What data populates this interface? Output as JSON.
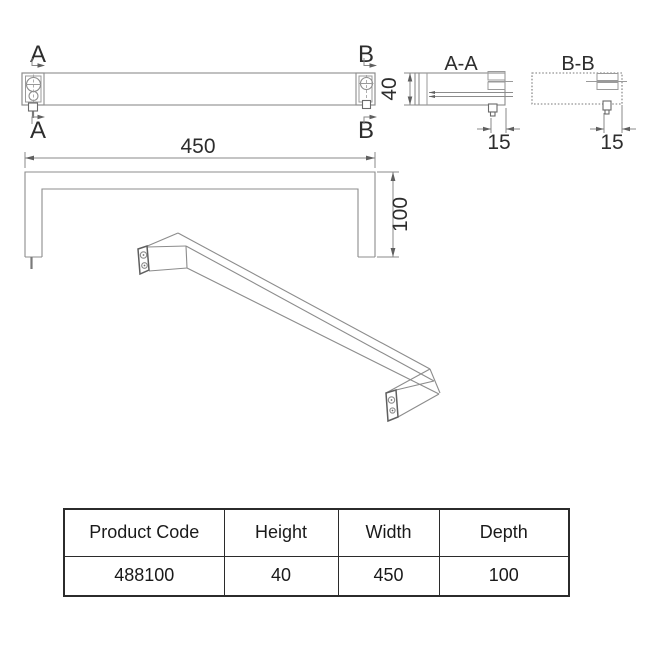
{
  "views": {
    "front": {
      "section_a_top": "A",
      "section_a_bottom": "A",
      "section_b_top": "B",
      "section_b_bottom": "B",
      "height_dim": "40"
    },
    "section_aa": {
      "title": "A-A",
      "offset_dim": "15"
    },
    "section_bb": {
      "title": "B-B",
      "offset_dim": "15"
    },
    "plan": {
      "width_dim": "450",
      "depth_dim": "100"
    }
  },
  "table": {
    "headers": [
      "Product Code",
      "Height",
      "Width",
      "Depth"
    ],
    "rows": [
      [
        "488100",
        "40",
        "450",
        "100"
      ]
    ]
  },
  "colors": {
    "line": "#8c8c8c",
    "dark_line": "#5f5f5f",
    "text": "#2d2d2d",
    "table_border": "#2b2b2b",
    "background": "#ffffff"
  }
}
